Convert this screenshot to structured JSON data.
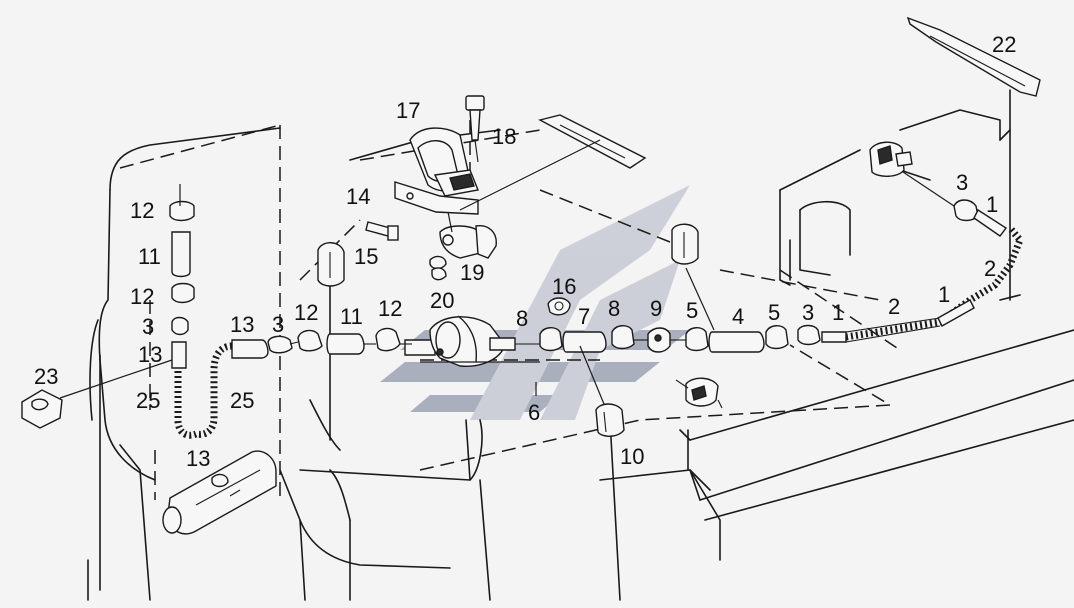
{
  "watermark_colors": {
    "light": "#c6c9d4",
    "dark": "#9ea3b4"
  },
  "labels": [
    {
      "id": "l22",
      "text": "22"
    },
    {
      "id": "l17",
      "text": "17"
    },
    {
      "id": "l18",
      "text": "18"
    },
    {
      "id": "l14",
      "text": "14"
    },
    {
      "id": "l15",
      "text": "15"
    },
    {
      "id": "l19",
      "text": "19"
    },
    {
      "id": "l20",
      "text": "20"
    },
    {
      "id": "l16",
      "text": "16"
    },
    {
      "id": "l3a",
      "text": "3"
    },
    {
      "id": "l1a",
      "text": "1"
    },
    {
      "id": "l2a",
      "text": "2"
    },
    {
      "id": "l1b",
      "text": "1"
    },
    {
      "id": "l2b",
      "text": "2"
    },
    {
      "id": "l1c",
      "text": "1"
    },
    {
      "id": "l3b",
      "text": "3"
    },
    {
      "id": "l5a",
      "text": "5"
    },
    {
      "id": "l4",
      "text": "4"
    },
    {
      "id": "l5b",
      "text": "5"
    },
    {
      "id": "l9",
      "text": "9"
    },
    {
      "id": "l8a",
      "text": "8"
    },
    {
      "id": "l7",
      "text": "7"
    },
    {
      "id": "l8b",
      "text": "8"
    },
    {
      "id": "l6",
      "text": "6"
    },
    {
      "id": "l10",
      "text": "10"
    },
    {
      "id": "l12a",
      "text": "12"
    },
    {
      "id": "l11a",
      "text": "11"
    },
    {
      "id": "l12b",
      "text": "12"
    },
    {
      "id": "l3c",
      "text": "3"
    },
    {
      "id": "l13a",
      "text": "13"
    },
    {
      "id": "l12c",
      "text": "12"
    },
    {
      "id": "l11b",
      "text": "11"
    },
    {
      "id": "l12d",
      "text": "12"
    },
    {
      "id": "l3d",
      "text": "3"
    },
    {
      "id": "l13b",
      "text": "13"
    },
    {
      "id": "l23",
      "text": "23"
    },
    {
      "id": "l25a",
      "text": "25"
    },
    {
      "id": "l25b",
      "text": "25"
    },
    {
      "id": "l13c",
      "text": "13"
    }
  ]
}
